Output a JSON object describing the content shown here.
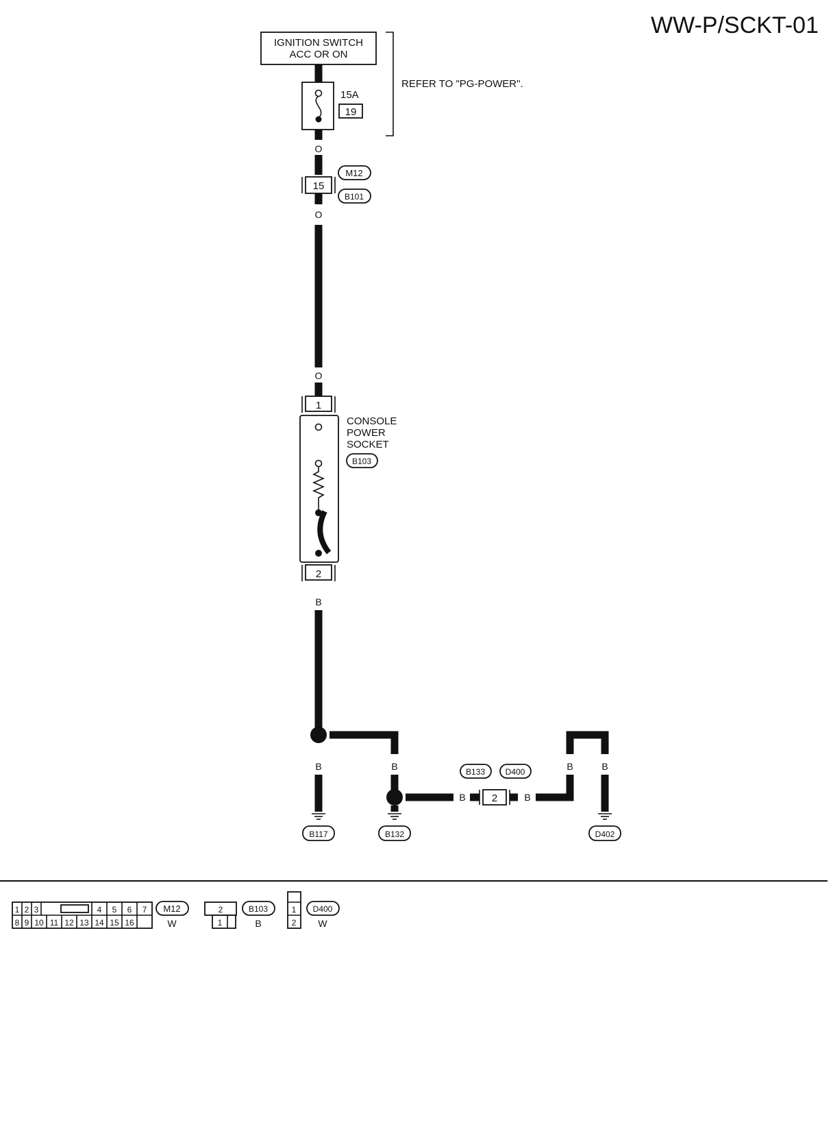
{
  "diagram_id": "WW-P/SCKT-01",
  "ignition": {
    "line1": "IGNITION SWITCH",
    "line2": "ACC OR ON"
  },
  "fuse": {
    "rating": "15A",
    "number": "19"
  },
  "refer_note": "REFER TO \"PG-POWER\".",
  "wire_colors": {
    "o": "O",
    "b": "B"
  },
  "connectors": {
    "m12": "M12",
    "b101": "B101",
    "b103": "B103",
    "b133": "B133",
    "d400": "D400"
  },
  "pins": {
    "p15": "15",
    "p1": "1",
    "p2": "2"
  },
  "socket": {
    "line1": "CONSOLE",
    "line2": "POWER",
    "line3": "SOCKET"
  },
  "grounds": {
    "b117": "B117",
    "b132": "B132",
    "d402": "D402"
  },
  "legend": {
    "m12_top_pins": [
      "1",
      "2",
      "3",
      "4",
      "5",
      "6",
      "7"
    ],
    "m12_bottom_pins": [
      "8",
      "9",
      "10",
      "11",
      "12",
      "13",
      "14",
      "15",
      "16"
    ],
    "m12_label": "M12",
    "m12_color": "W",
    "b103_top_pin": "2",
    "b103_bottom_pin": "1",
    "b103_label": "B103",
    "b103_color": "B",
    "d400_pins": [
      "1",
      "2"
    ],
    "d400_label": "D400",
    "d400_color": "W"
  }
}
